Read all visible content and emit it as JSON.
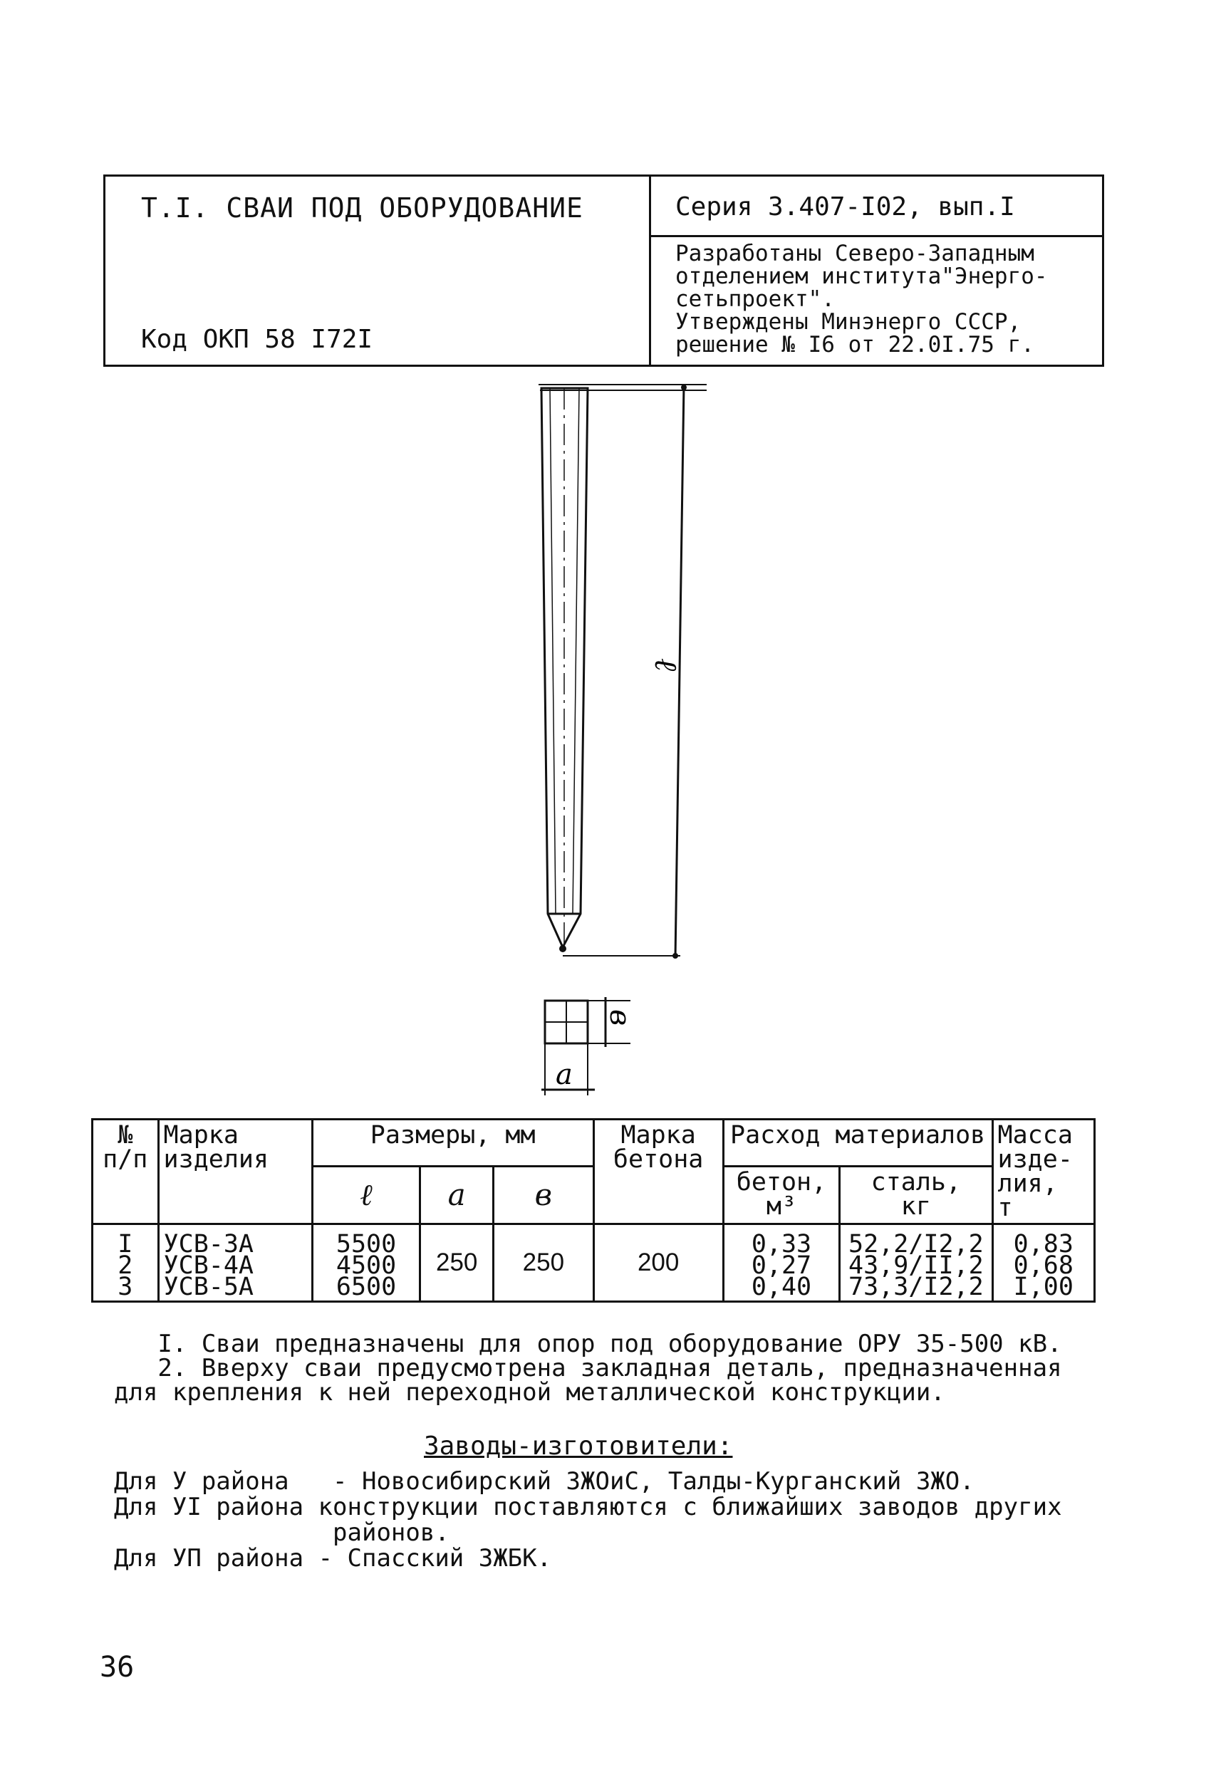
{
  "header": {
    "title": "Т.I. СВАИ ПОД ОБОРУДОВАНИЕ",
    "code": "Код ОКП 58 I72I",
    "series": "Серия 3.407-I02, вып.I",
    "developer_lines": [
      "Разработаны Северо-Западным",
      "отделением института\"Энерго-",
      "сетьпроект\".",
      "Утверждены Минэнерго СССР,",
      "решение № I6 от 22.0I.75 г."
    ]
  },
  "drawing": {
    "length_label": "ℓ",
    "width_label": "а",
    "depth_label": "в"
  },
  "table": {
    "headers": {
      "num": "№\nп/п",
      "mark": "Марка\nизделия",
      "dims": "Размеры, мм",
      "dim_l": "ℓ",
      "dim_a": "а",
      "dim_b": "в",
      "concrete_mark": "Марка\nбетона",
      "materials": "Расход материалов",
      "concrete": "бетон,\nм³",
      "steel": "сталь,\nкг",
      "mass": "Масса\nизде-\nлия,\nт"
    },
    "rows": [
      {
        "num": "I",
        "mark": "УСВ-3А",
        "l": "5500",
        "concrete": "0,33",
        "steel": "52,2/I2,2",
        "mass": "0,83"
      },
      {
        "num": "2",
        "mark": "УСВ-4А",
        "l": "4500",
        "concrete": "0,27",
        "steel": "43,9/II,2",
        "mass": "0,68"
      },
      {
        "num": "3",
        "mark": "УСВ-5А",
        "l": "6500",
        "concrete": "0,40",
        "steel": "73,3/I2,2",
        "mass": "I,00"
      }
    ],
    "shared": {
      "a": "250",
      "b": "250",
      "concrete_mark": "200"
    }
  },
  "notes": [
    "   I. Сваи предназначены для опор под оборудование ОРУ 35-500 кВ.",
    "   2. Вверху сваи предусмотрена закладная деталь, предназначенная",
    "для крепления к ней переходной металлической конструкции."
  ],
  "manufacturers": {
    "title": "Заводы-изготовители:",
    "lines": [
      "Для У района   - Новосибирский ЗЖОиС, Талды-Курганский ЗЖО.",
      "Для УI района конструкции поставляются с ближайших заводов других",
      "               районов.",
      "Для УП района - Спасский ЗЖБК."
    ]
  },
  "page_number": "36"
}
